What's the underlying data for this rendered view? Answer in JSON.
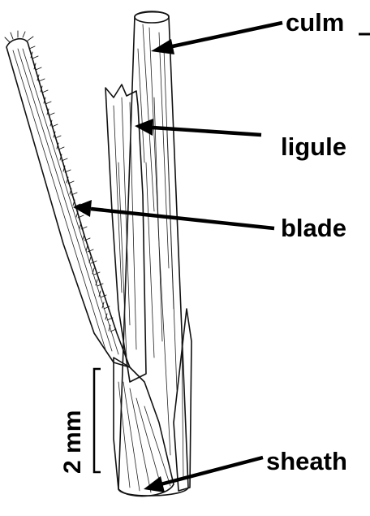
{
  "labels": {
    "culm": "culm",
    "ligule": "ligule",
    "blade": "blade",
    "sheath": "sheath"
  },
  "scale_bar": {
    "text": "2 mm"
  },
  "colors": {
    "ink": "#111111",
    "background": "#ffffff"
  }
}
